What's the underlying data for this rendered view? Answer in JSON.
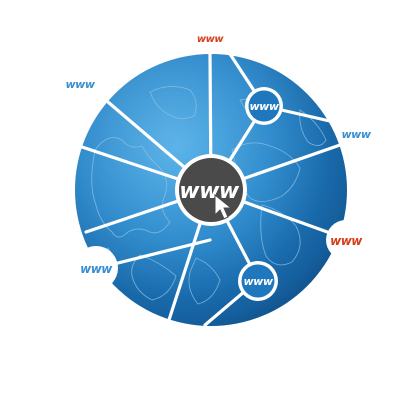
{
  "center_label": "www",
  "node_labels": {
    "top": "www",
    "upper_left": "www",
    "upper_right_inner": "www",
    "right": "www",
    "right_edge": "www",
    "left_lower": "www",
    "bottom_inner": "www"
  },
  "colors": {
    "globe_light": "#2a93d6",
    "globe_mid": "#1f78bd",
    "globe_dark": "#0f4f87",
    "land_outline": "#8fc0e6",
    "center_badge": "#4a4a4a",
    "line": "#ffffff",
    "label_blue": "#3a8fd0",
    "label_red": "#d4401c"
  },
  "icons": {
    "center_icon": "cursor-arrow-icon",
    "globe": "globe-icon"
  }
}
